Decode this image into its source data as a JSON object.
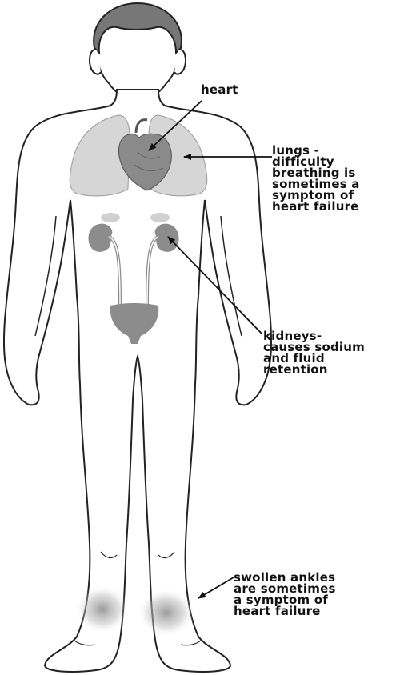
{
  "labels": {
    "heart": "heart",
    "lungs": "lungs -\ndifficulty\nbreathing is\nsometimes a\nsymptom of\nheart failure",
    "kidneys": "kidneys-\ncauses sodium\nand fluid\nretention",
    "ankles": "swollen ankles\nare sometimes\na symptom of\nheart failure"
  },
  "colors": {
    "outline": "#222222",
    "skin": "#ffffff",
    "hair": "#777777",
    "lungs": "#d6d6d6",
    "heart": "#888888",
    "kidneys": "#8c8c8c",
    "bladder": "#8c8c8c",
    "swelling": "#9a9a9a"
  }
}
